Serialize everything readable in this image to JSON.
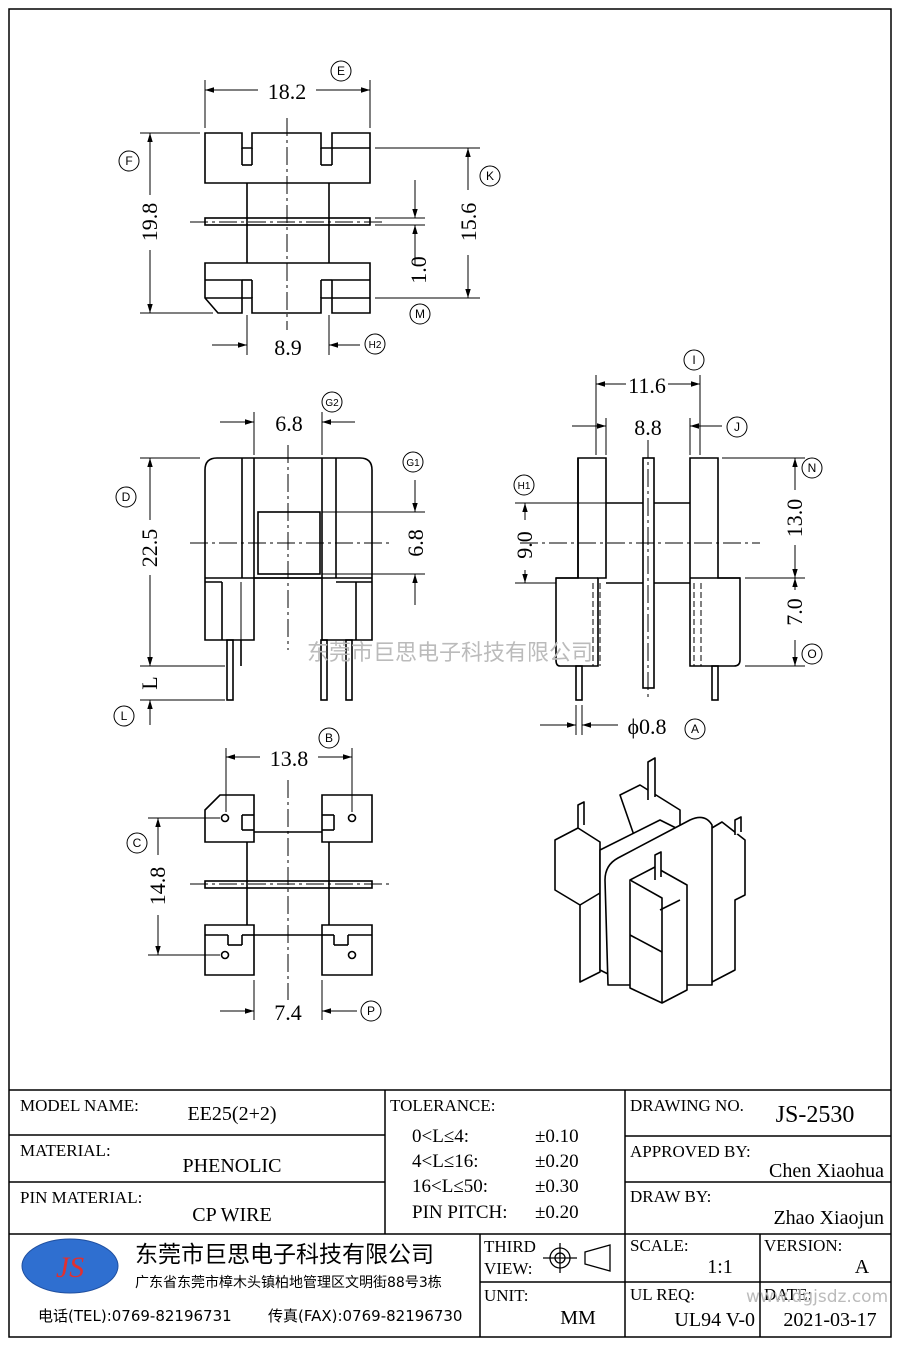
{
  "dims": {
    "E": "18.2",
    "F": "19.8",
    "K": "15.6",
    "M": "1.0",
    "H2": "8.9",
    "G2": "6.8",
    "D": "22.5",
    "G1": "6.8",
    "L": "L",
    "I": "11.6",
    "J": "8.8",
    "H1": "9.0",
    "N": "13.0",
    "O": "7.0",
    "A": "ϕ0.8",
    "B": "13.8",
    "C": "14.8",
    "P": "7.4"
  },
  "bubbles": {
    "E": "E",
    "F": "F",
    "K": "K",
    "M": "M",
    "H2": "H2",
    "G2": "G2",
    "G1": "G1",
    "D": "D",
    "L": "L",
    "I": "I",
    "J": "J",
    "H1": "H1",
    "N": "N",
    "O": "O",
    "A": "A",
    "B": "B",
    "C": "C",
    "P": "P"
  },
  "watermark": "东莞市巨思电子科技有限公司",
  "title_block": {
    "model_label": "MODEL NAME:",
    "model_value": "EE25(2+2)",
    "material_label": "MATERIAL:",
    "material_value": "PHENOLIC",
    "pin_material_label": "PIN MATERIAL:",
    "pin_material_value": "CP WIRE",
    "tolerance_label": "TOLERANCE:",
    "tol_rows": [
      {
        "range": "0<L≤4:",
        "value": "±0.10"
      },
      {
        "range": "4<L≤16:",
        "value": "±0.20"
      },
      {
        "range": "16<L≤50:",
        "value": "±0.30"
      },
      {
        "range": "PIN PITCH:",
        "value": "±0.20"
      }
    ],
    "drawing_no_label": "DRAWING NO.",
    "drawing_no_value": "JS-2530",
    "approved_label": "APPROVED BY:",
    "approved_value": "Chen Xiaohua",
    "draw_label": "DRAW BY:",
    "draw_value": "Zhao Xiaojun",
    "logo_text": "JS",
    "company_name": "东莞市巨思电子科技有限公司",
    "company_address": "广东省东莞市樟木头镇柏地管理区文明街88号3栋",
    "tel": "电话(TEL):0769-82196731",
    "fax": "传真(FAX):0769-82196730",
    "third_view_label": "THIRD VIEW:",
    "unit_label": "UNIT:",
    "unit_value": "MM",
    "scale_label": "SCALE:",
    "scale_value": "1:1",
    "version_label": "VERSION:",
    "version_value": "A",
    "ul_label": "UL REQ:",
    "ul_value": "UL94 V-0",
    "date_label": "DATE:",
    "date_value": "2021-03-17",
    "website": "www.dgjsdz.com"
  }
}
